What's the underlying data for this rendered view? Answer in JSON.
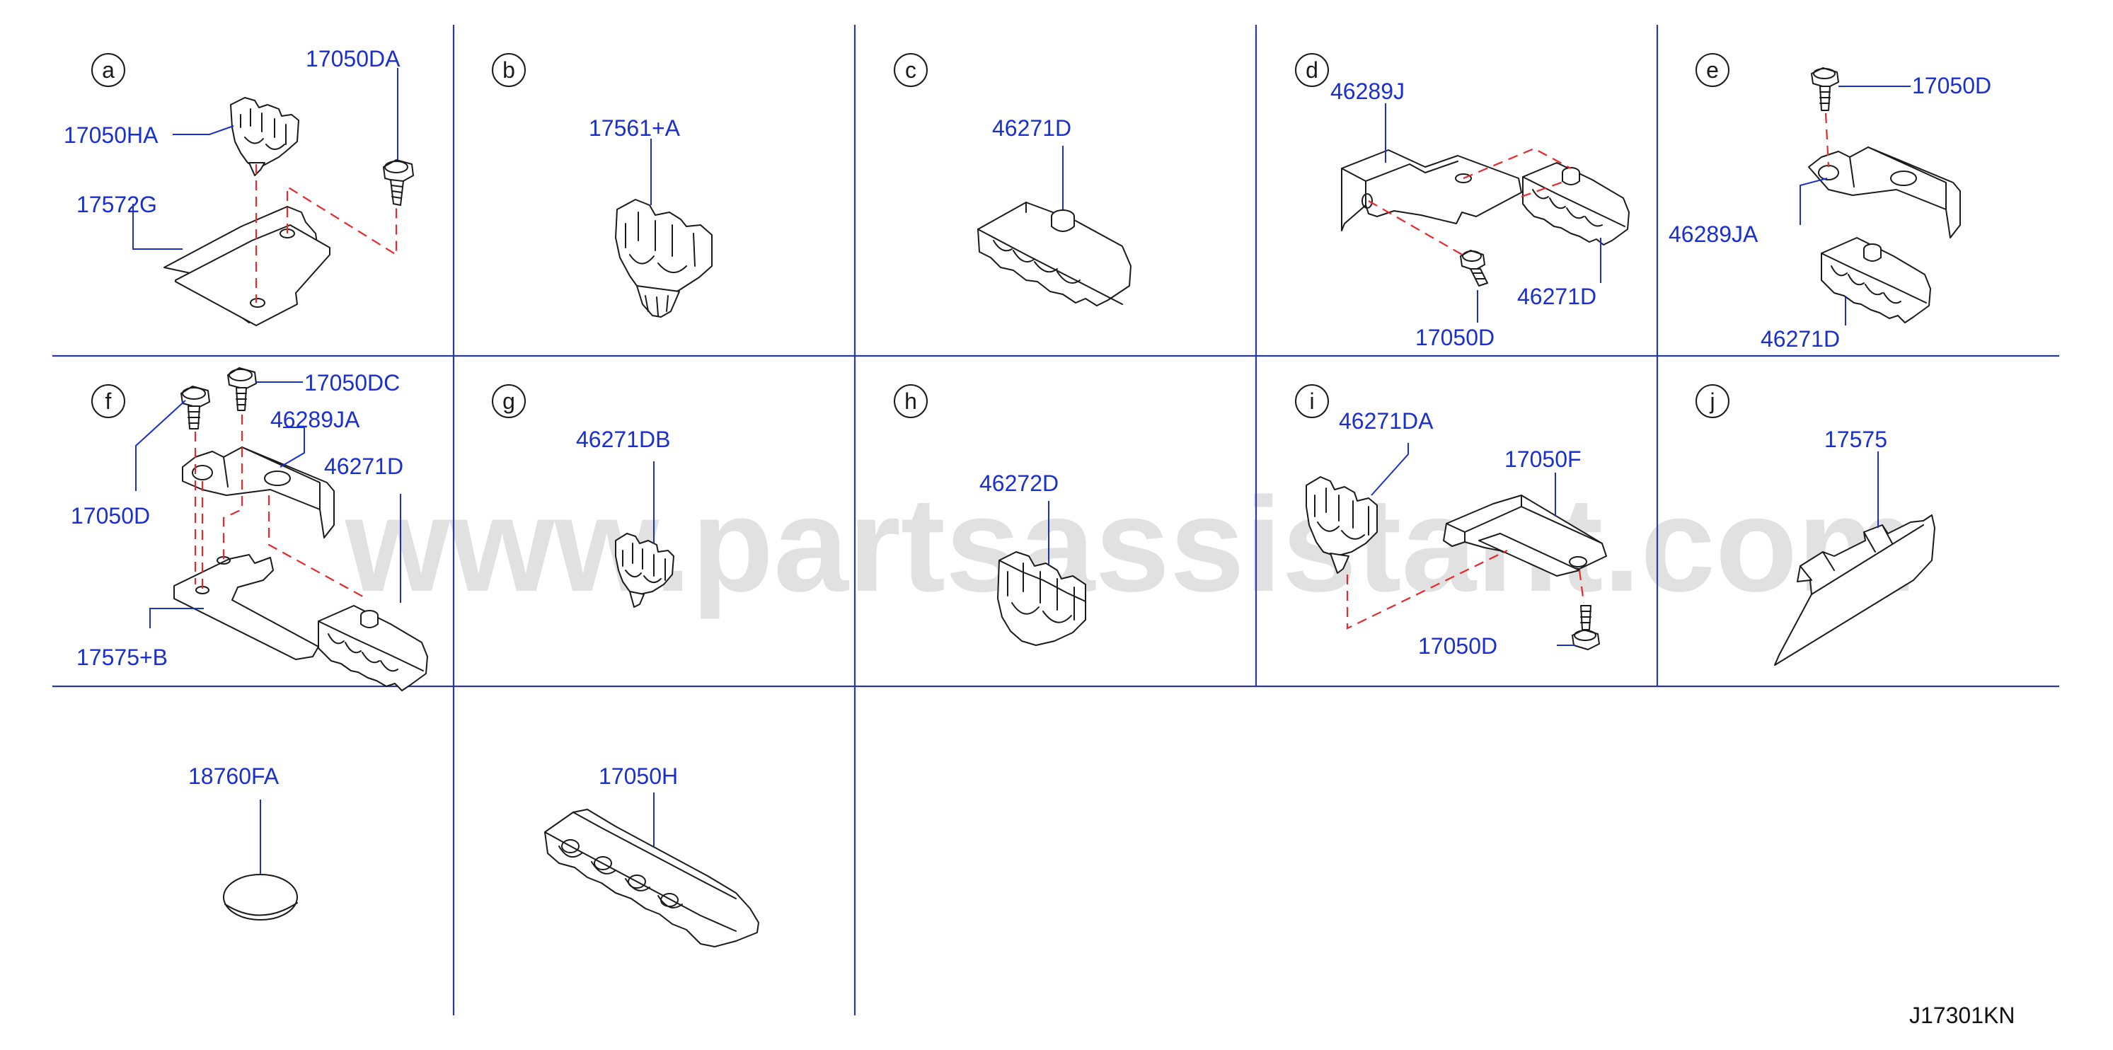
{
  "watermark": "www.partsassistant.com",
  "diagram_ref": "J17301KN",
  "panels": {
    "a": {
      "circle": "a",
      "labels": [
        "17050DA",
        "17050HA",
        "17572G"
      ]
    },
    "b": {
      "circle": "b",
      "labels": [
        "17561+A"
      ]
    },
    "c": {
      "circle": "c",
      "labels": [
        "46271D"
      ]
    },
    "d": {
      "circle": "d",
      "labels": [
        "46289J",
        "46271D",
        "17050D"
      ]
    },
    "e": {
      "circle": "e",
      "labels": [
        "17050D",
        "46289JA",
        "46271D"
      ]
    },
    "f": {
      "circle": "f",
      "labels": [
        "17050DC",
        "46289JA",
        "46271D",
        "17050D",
        "17575+B"
      ]
    },
    "g": {
      "circle": "g",
      "labels": [
        "46271DB"
      ]
    },
    "h": {
      "circle": "h",
      "labels": [
        "46272D"
      ]
    },
    "i": {
      "circle": "i",
      "labels": [
        "46271DA",
        "17050F",
        "17050D"
      ]
    },
    "j": {
      "circle": "j",
      "labels": [
        "17575"
      ]
    },
    "k": {
      "labels": [
        "18760FA"
      ]
    },
    "l": {
      "labels": [
        "17050H"
      ]
    }
  },
  "colors": {
    "label": "#1a2fd0",
    "grid": "#2a3a9a",
    "dash": "#e8282a",
    "line": "#1a1a1a"
  }
}
